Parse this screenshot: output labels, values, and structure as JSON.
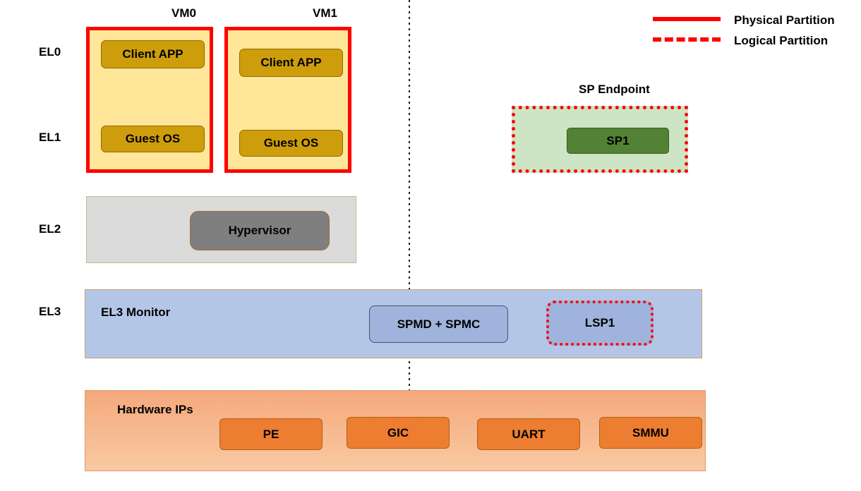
{
  "legend": {
    "physical_label": "Physical Partition",
    "logical_label": "Logical Partition"
  },
  "exception_levels": {
    "el0": "EL0",
    "el1": "EL1",
    "el2": "EL2",
    "el3": "EL3"
  },
  "vms": [
    {
      "title": "VM0",
      "client_app": "Client APP",
      "guest_os": "Guest OS"
    },
    {
      "title": "VM1",
      "client_app": "Client APP",
      "guest_os": "Guest OS"
    }
  ],
  "sp_endpoint": {
    "title": "SP Endpoint",
    "sp1_label": "SP1"
  },
  "el2_layer": {
    "hypervisor_label": "Hypervisor"
  },
  "el3_layer": {
    "title": "EL3 Monitor",
    "spmd_spmc_label": "SPMD + SPMC",
    "lsp1_label": "LSP1"
  },
  "hardware_layer": {
    "title": "Hardware IPs",
    "components": [
      "PE",
      "GIC",
      "UART",
      "SMMU"
    ]
  },
  "colors": {
    "partition_red": "#FF0000",
    "vm_fill": "#FFE699",
    "app_pill_fill": "#CE9D0B",
    "sp_endpoint_fill": "#CDE5C4",
    "sp1_fill": "#538135",
    "el2_fill": "#DBDBDB",
    "hypervisor_fill": "#7F7F7F",
    "el3_fill": "#B4C6E7",
    "spmd_fill": "#9FB3DC",
    "hardware_fill": "#F6B486",
    "chip_fill": "#ED7D31"
  }
}
